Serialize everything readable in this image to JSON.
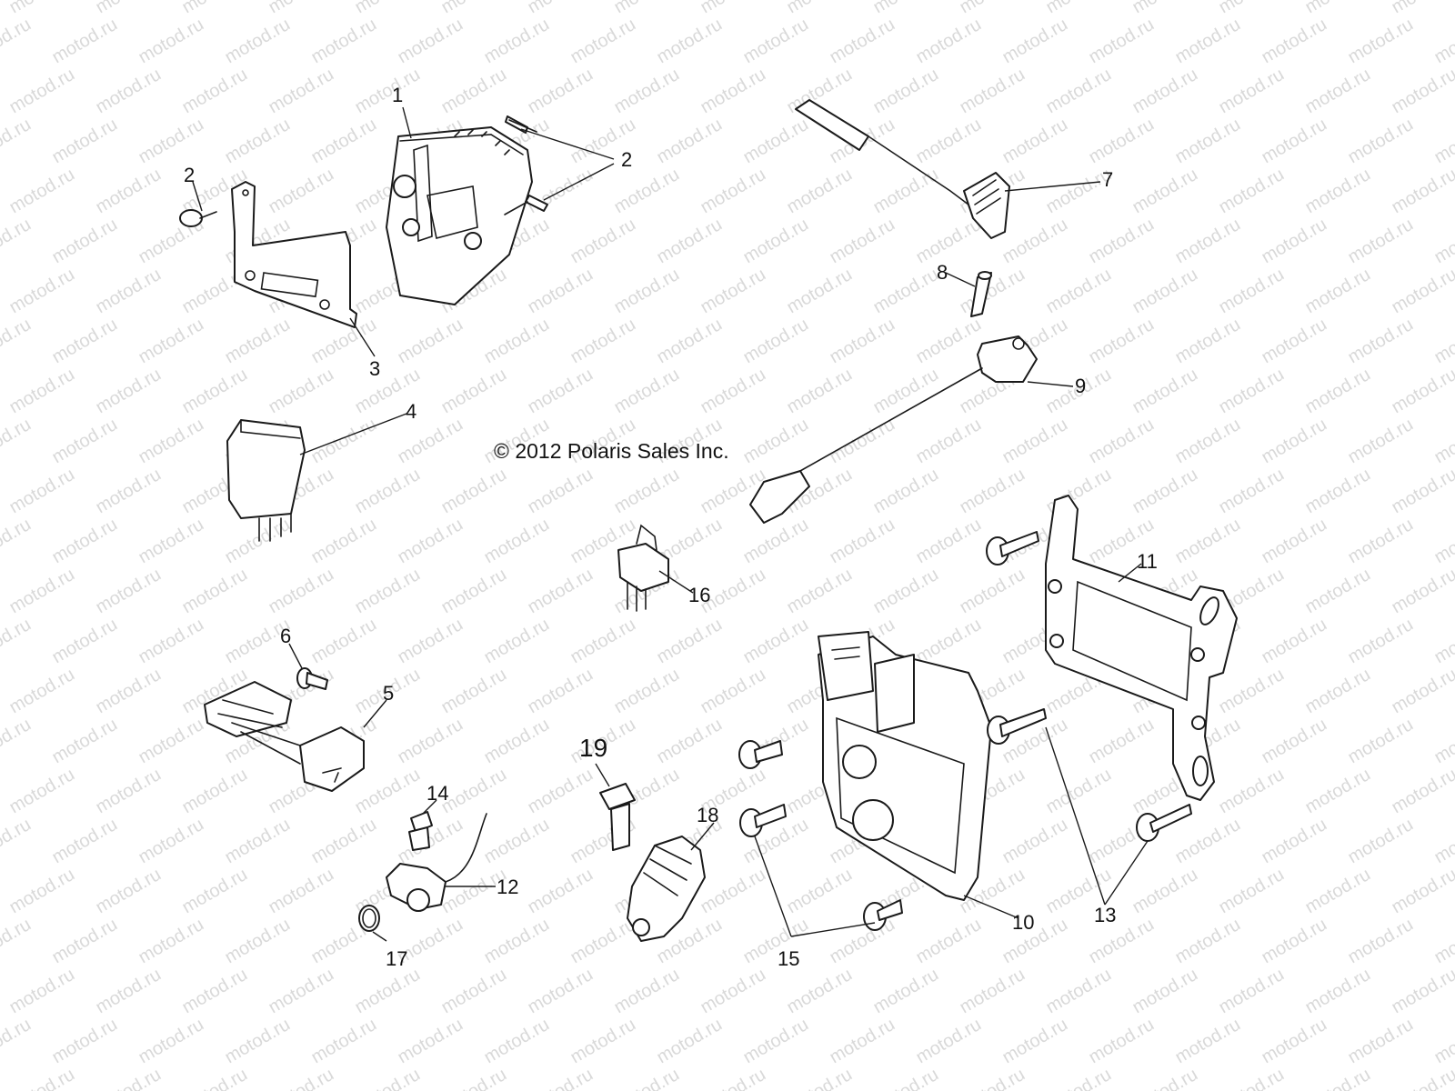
{
  "watermark": "motod.ru",
  "copyright": "© 2012 Polaris Sales Inc.",
  "callouts": {
    "c1": "1",
    "c2a": "2",
    "c2b": "2",
    "c3": "3",
    "c4": "4",
    "c5": "5",
    "c6": "6",
    "c7": "7",
    "c8": "8",
    "c9": "9",
    "c10": "10",
    "c11": "11",
    "c12": "12",
    "c13": "13",
    "c14": "14",
    "c15": "15",
    "c16": "16",
    "c17": "17",
    "c18": "18",
    "c19": "19"
  },
  "colors": {
    "line": "#1a1a1a",
    "watermark": "#d9d9d9",
    "background": "#ffffff"
  }
}
